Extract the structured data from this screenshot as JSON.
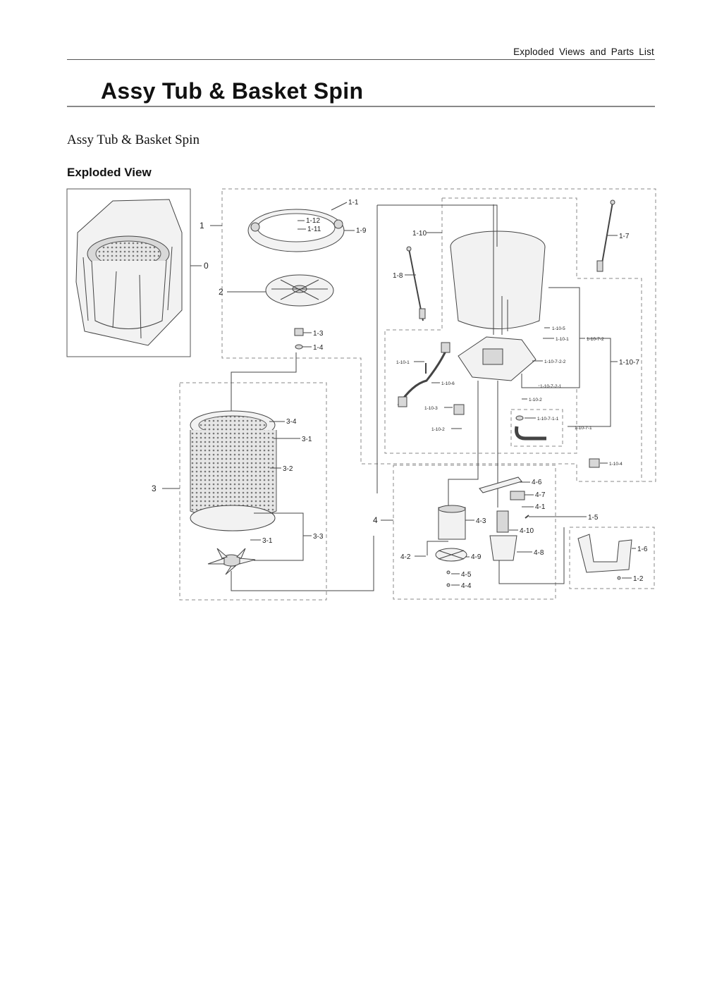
{
  "header": {
    "section_title": "Exploded Views and Parts List"
  },
  "page": {
    "title": "Assy Tub & Basket Spin",
    "subtitle": "Assy Tub & Basket Spin",
    "section_heading": "Exploded View"
  },
  "diagram": {
    "labels": {
      "p0": "0",
      "p1": "1",
      "p1_1": "1-1",
      "p1_12": "1-12",
      "p1_11": "1-11",
      "p1_9": "1-9",
      "p2": "2",
      "p1_3": "1-3",
      "p1_4": "1-4",
      "p1_10": "1-10",
      "p1_8": "1-8",
      "p1_7": "1-7",
      "p1_10_5": "1-10-5",
      "p1_10_1a": "1-10-1",
      "p1_10_7_2": "1-10-7-2",
      "p1_10_1b": "1-10-1",
      "p1_10_7_2_2": "1-10-7-2-2",
      "p1_10_7": "1-10-7",
      "p1_10_6": "1-10-6",
      "p1_10_7_2_1": "1-10-7-2-1",
      "p1_10_2a": "1-10-2",
      "p1_10_3": "1-10-3",
      "p1_10_2b": "1-10-2",
      "p1_10_7_1_1": "1-10-7-1-1",
      "p1_10_7_1": "1-10-7-1",
      "p1_10_4": "1-10-4",
      "p3_4": "3-4",
      "p3_1a": "3-1",
      "p3_2": "3-2",
      "p3": "3",
      "p3_3": "3-3",
      "p3_1b": "3-1",
      "p4": "4",
      "p4_6": "4-6",
      "p4_7": "4-7",
      "p4_1": "4-1",
      "p1_5": "1-5",
      "p4_3": "4-3",
      "p4_10": "4-10",
      "p4_2": "4-2",
      "p4_9": "4-9",
      "p4_8": "4-8",
      "p4_5": "4-5",
      "p4_4": "4-4",
      "p1_6": "1-6",
      "p1_2": "1-2"
    }
  }
}
